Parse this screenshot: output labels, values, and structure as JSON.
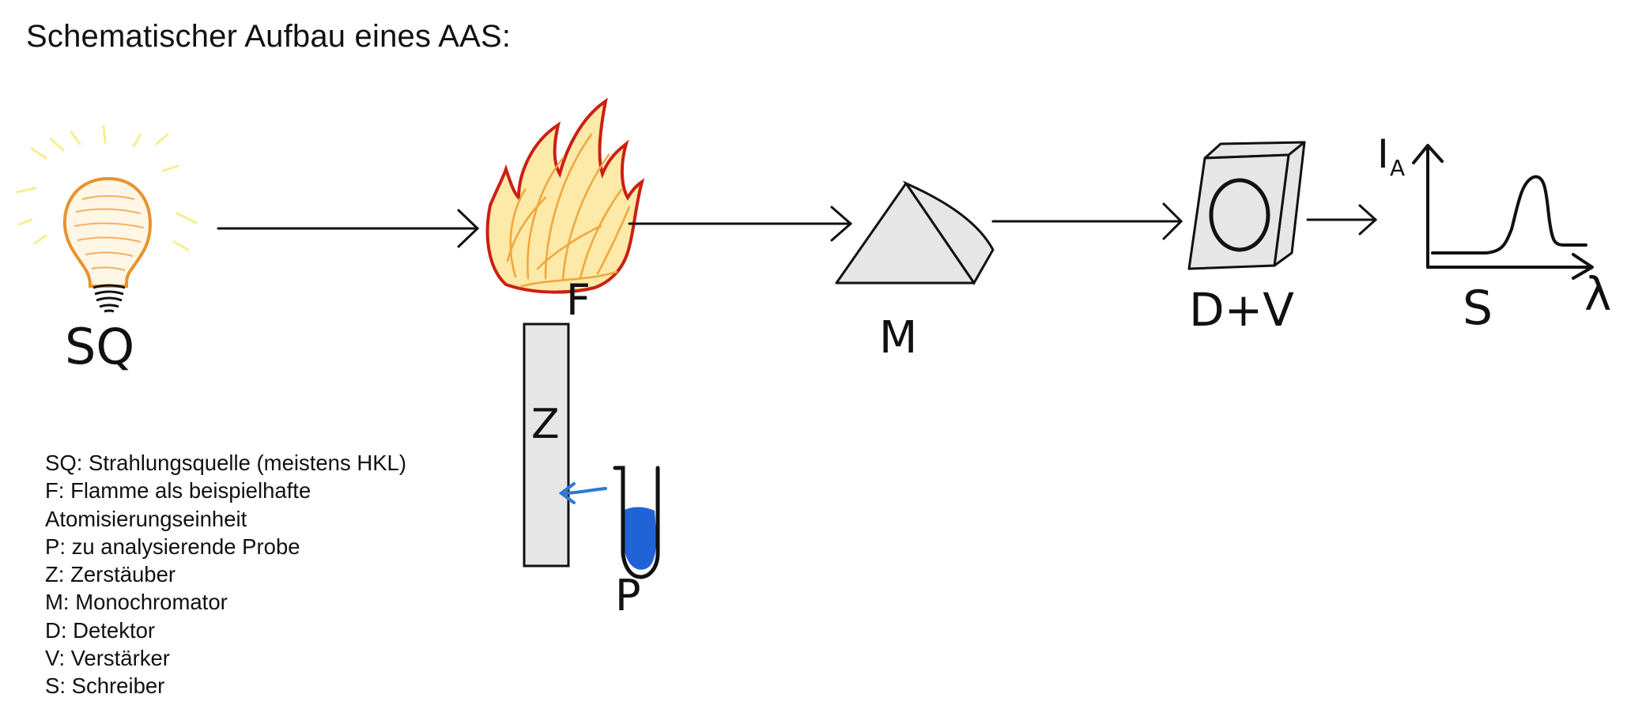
{
  "title": "Schematischer Aufbau eines AAS:",
  "diagram": {
    "labels": {
      "source": "SQ",
      "flame": "F",
      "atomizer": "Z",
      "monochromator": "M",
      "detector_amplifier": "D+V",
      "sample": "P",
      "recorder": "S",
      "y_axis": "I",
      "y_axis_sub": "A",
      "x_axis": "λ"
    }
  },
  "legend": [
    "SQ: Strahlungsquelle (meistens HKL)",
    "F: Flamme als beispielhafte",
    "Atomisierungseinheit",
    "P: zu analysierende Probe",
    "Z: Zerstäuber",
    "M: Monochromator",
    "D: Detektor",
    "V: Verstärker",
    "S: Schreiber"
  ],
  "colors": {
    "stroke": "#111111",
    "bulb_outline": "#e8932c",
    "bulb_rays": "#f6ef8c",
    "flame_outline": "#cc1f14",
    "flame_inner": "#f0a63c",
    "flame_fill": "#fde9a8",
    "component_fill": "#e6e6e6",
    "sample_blue": "#1f63d6",
    "arrow_blue": "#2b78d8"
  }
}
